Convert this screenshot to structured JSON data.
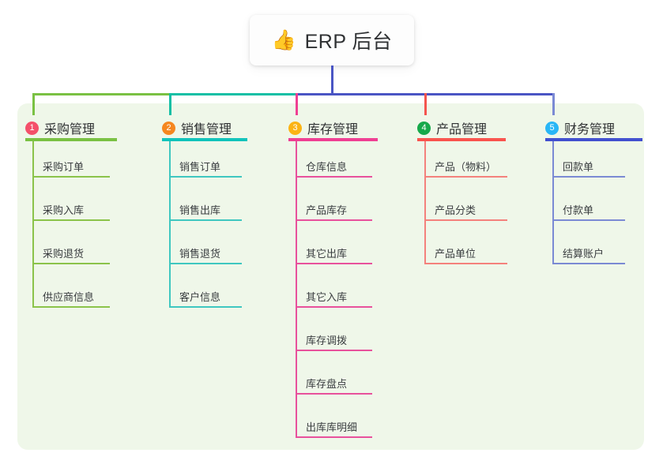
{
  "root": {
    "icon": "thumbs-up-emoji",
    "emoji": "👍",
    "title": "ERP 后台"
  },
  "theme": {
    "panel_bg": "#eff7e9",
    "page_bg": "#ffffff",
    "text": "#2f3133",
    "stem_blue": "#4a55c4"
  },
  "connector": {
    "segments": [
      {
        "name": "segment-green",
        "color": "#7ac143"
      },
      {
        "name": "segment-teal",
        "color": "#12bfa5"
      },
      {
        "name": "segment-blue",
        "color": "#4a55c4"
      }
    ]
  },
  "columns": [
    {
      "number": "1",
      "title": "采购管理",
      "badge_color": "#f4506a",
      "rule_color": "#7ac143",
      "line_color": "#8bc34a",
      "stem_color": "#7ac143",
      "items": [
        "采购订单",
        "采购入库",
        "采购退货",
        "供应商信息"
      ]
    },
    {
      "number": "2",
      "title": "销售管理",
      "badge_color": "#f5871f",
      "rule_color": "#11c3bb",
      "line_color": "#3fc7c0",
      "stem_color": "#12bfa5",
      "items": [
        "销售订单",
        "销售出库",
        "销售退货",
        "客户信息"
      ]
    },
    {
      "number": "3",
      "title": "库存管理",
      "badge_color": "#fbb415",
      "rule_color": "#ef3f93",
      "line_color": "#e8519c",
      "stem_color": "#ef3f93",
      "items": [
        "仓库信息",
        "产品库存",
        "其它出库",
        "其它入库",
        "库存调拨",
        "库存盘点",
        "出库库明细"
      ]
    },
    {
      "number": "4",
      "title": "产品管理",
      "badge_color": "#16a94a",
      "rule_color": "#f9544e",
      "line_color": "#f4817c",
      "stem_color": "#f4544e",
      "items": [
        "产品（物料）",
        "产品分类",
        "产品单位"
      ]
    },
    {
      "number": "5",
      "title": "财务管理",
      "badge_color": "#29b6f6",
      "rule_color": "#4250cf",
      "line_color": "#7b8ad4",
      "stem_color": "#7b8ad4",
      "items": [
        "回款单",
        "付款单",
        "结算账户"
      ]
    }
  ]
}
